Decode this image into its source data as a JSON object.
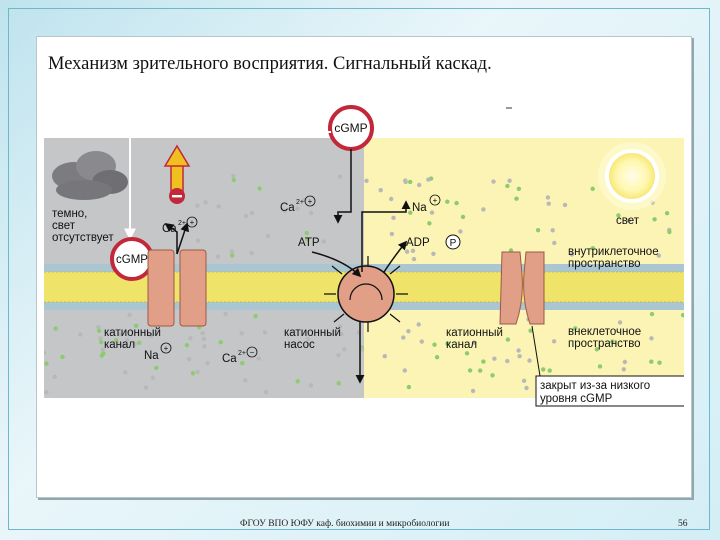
{
  "slide": {
    "title": "Механизм зрительного восприятия. Сигнальный каскад.",
    "footer": "ФГОУ ВПО ЮФУ каф. биохимии и микробиологии",
    "page_number": "56"
  },
  "figure": {
    "labels": {
      "cgmp_top": "cGMP",
      "cgmp_left": "cGMP",
      "dark_1": "темно,",
      "dark_2": "свет",
      "dark_3": "отсутствует",
      "ca_left": "Ca",
      "ca_mid": "Ca",
      "na_top": "Na",
      "atp": "ATP",
      "adp": "ADP",
      "p": "P",
      "light": "свет",
      "intra_1": "внутриклеточное",
      "intra_2": "пространство",
      "extra_1": "внеклеточное",
      "extra_2": "пространство",
      "cation_channel_left_1": "катионный",
      "cation_channel_left_2": "канал",
      "cation_pump_1": "катионный",
      "cation_pump_2": "насос",
      "cation_channel_right_1": "катионный",
      "cation_channel_right_2": "канал",
      "na_bottom": "Na",
      "ca_bottom": "Ca",
      "closed_1": "закрыт из-за низкого",
      "closed_2": "уровня cGMP"
    },
    "charges": {
      "plus": "+",
      "minus": "−",
      "two_plus": "2+"
    },
    "icons": [
      "cloud-icon",
      "sun-icon",
      "inhibition-arrow-icon"
    ],
    "colors": {
      "dark_side": "#c4c6c8",
      "light_side": "#fbf4b4",
      "membrane": "#f0e36a",
      "membrane_head": "#a9c6d2",
      "channel": "#e09f86",
      "channel_edge": "#9b5a46",
      "cgmp_ring": "#c2283a",
      "inhibit_arrow": "#f0c020",
      "na_ion": "#8ecb6f",
      "other_ion": "#b8b8b8"
    }
  }
}
